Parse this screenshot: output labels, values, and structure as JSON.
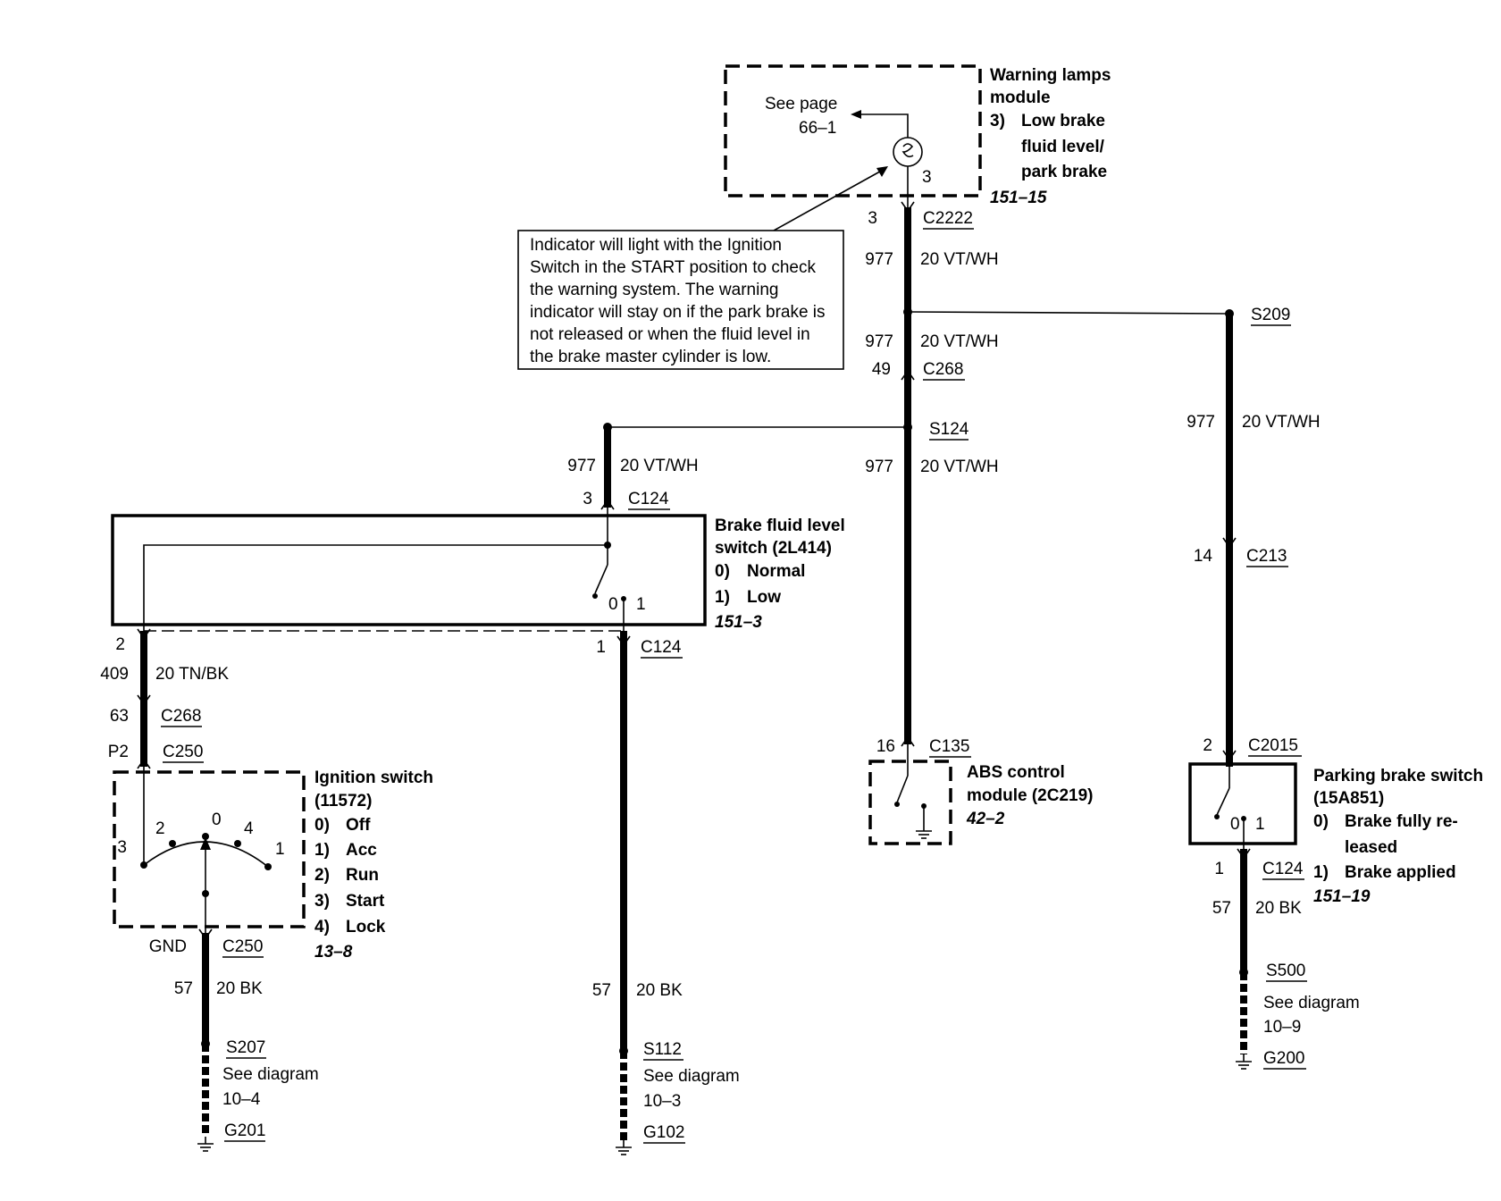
{
  "warning_module": {
    "name1": "Warning lamps",
    "name2": "module",
    "item3_num": "3)",
    "item3_l1": "Low brake",
    "item3_l2": "fluid level/",
    "item3_l3": "park brake",
    "ref": "151–15",
    "see_page1": "See page",
    "see_page2": "66–1",
    "pin": "3"
  },
  "note": {
    "l1": "Indicator will light with the Ignition",
    "l2": "Switch in the START position to check",
    "l3": "the warning system.  The warning",
    "l4": "indicator will stay on if the park brake is",
    "l5": "not released or when the fluid level in",
    "l6": "the brake master cylinder is low."
  },
  "center": {
    "c2222_pin": "3",
    "c2222": "C2222",
    "w1_circuit": "977",
    "w1_gauge": "20 VT/WH",
    "w2_circuit": "977",
    "w2_gauge": "20 VT/WH",
    "c268_pin": "49",
    "c268": "C268",
    "s124": "S124",
    "w3_circuit": "977",
    "w3_gauge": "20 VT/WH"
  },
  "right": {
    "s209": "S209",
    "w_circuit": "977",
    "w_gauge": "20 VT/WH",
    "c213_pin": "14",
    "c213": "C213",
    "c2015_pin": "2",
    "c2015": "C2015",
    "c124_pin": "1",
    "c124": "C124",
    "g_circuit": "57",
    "g_gauge": "20 BK",
    "s500": "S500",
    "see1": "See diagram",
    "see2": "10–9",
    "g200": "G200"
  },
  "parking_switch": {
    "name1": "Parking brake switch",
    "name2": "(15A851)",
    "p0_num": "0)",
    "p0_l1": "Brake fully re-",
    "p0_l2": "leased",
    "p1_num": "1)",
    "p1": "Brake applied",
    "ref": "151–19",
    "pos0": "0",
    "pos1": "1"
  },
  "abs": {
    "c135_pin": "16",
    "c135": "C135",
    "name1": "ABS control",
    "name2": "module (2C219)",
    "ref": "42–2"
  },
  "fluid_switch": {
    "w_circuit": "977",
    "w_gauge": "20 VT/WH",
    "c124_top_pin": "3",
    "c124_top": "C124",
    "name1": "Brake fluid level",
    "name2": "switch (2L414)",
    "p0_num": "0)",
    "p0": "Normal",
    "p1_num": "1)",
    "p1": "Low",
    "ref": "151–3",
    "pos0": "0",
    "pos1": "1",
    "left_pin": "2",
    "c124_bot_pin": "1",
    "c124_bot": "C124"
  },
  "left": {
    "w_circuit": "409",
    "w_gauge": "20 TN/BK",
    "c268_pin": "63",
    "c268": "C268",
    "c250_pin": "P2",
    "c250": "C250",
    "gnd_pin": "GND",
    "gnd_conn": "C250",
    "g_circuit": "57",
    "g_gauge": "20 BK",
    "s207": "S207",
    "see1": "See diagram",
    "see2": "10–4",
    "g201": "G201"
  },
  "middle": {
    "g_circuit": "57",
    "g_gauge": "20 BK",
    "s112": "S112",
    "see1": "See diagram",
    "see2": "10–3",
    "g102": "G102"
  },
  "ignition": {
    "name1": "Ignition switch",
    "name2": "(11572)",
    "o0_num": "0)",
    "o0": "Off",
    "o1_num": "1)",
    "o1": "Acc",
    "o2_num": "2)",
    "o2": "Run",
    "o3_num": "3)",
    "o3": "Start",
    "o4_num": "4)",
    "o4": "Lock",
    "ref": "13–8",
    "pos3": "3",
    "pos2": "2",
    "pos0": "0",
    "pos4": "4",
    "pos1": "1"
  }
}
